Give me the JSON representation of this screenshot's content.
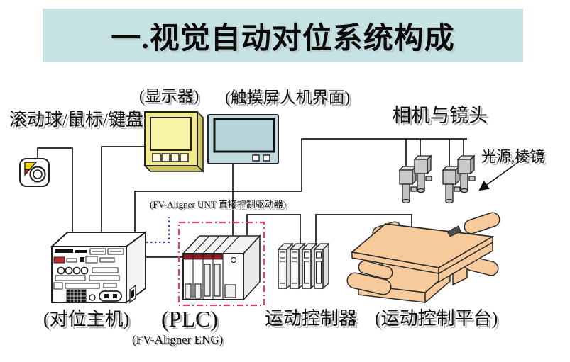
{
  "title": "一.视觉自动对位系统构成",
  "labels": {
    "monitor": "(显示器)",
    "touchscreen": "(触摸屏人机界面)",
    "input_devices": "滚动球/鼠标/键盘",
    "camera": "相机与镜头",
    "light": "光源,棱镜",
    "fv_unt": "(FV-Aligner UNT 直接控制驱动器)",
    "host": "(对位主机)",
    "plc": "(PLC)",
    "fv_eng": "(FV-Aligner ENG)",
    "controller": "运动控制器",
    "platform": "(运动控制平台)"
  },
  "colors": {
    "banner_bg": "#C7E2E3",
    "monitor_yellow": "#F1EB8D",
    "monitor_yellow_screen": "#F7F4A8",
    "monitor_yellow_side": "#CDC45E",
    "monitor_blue": "#C0DCE0",
    "monitor_blue_screen": "#B6D6DB",
    "plc_red_stripe": "#8E1F26",
    "dashed_box_pink": "#EA3C79",
    "dotted_line_blue": "#4444BB",
    "stage_orange": "#F6CA9B",
    "camera_gray": "#C9C9C9",
    "line_black": "#1a1a1a"
  }
}
